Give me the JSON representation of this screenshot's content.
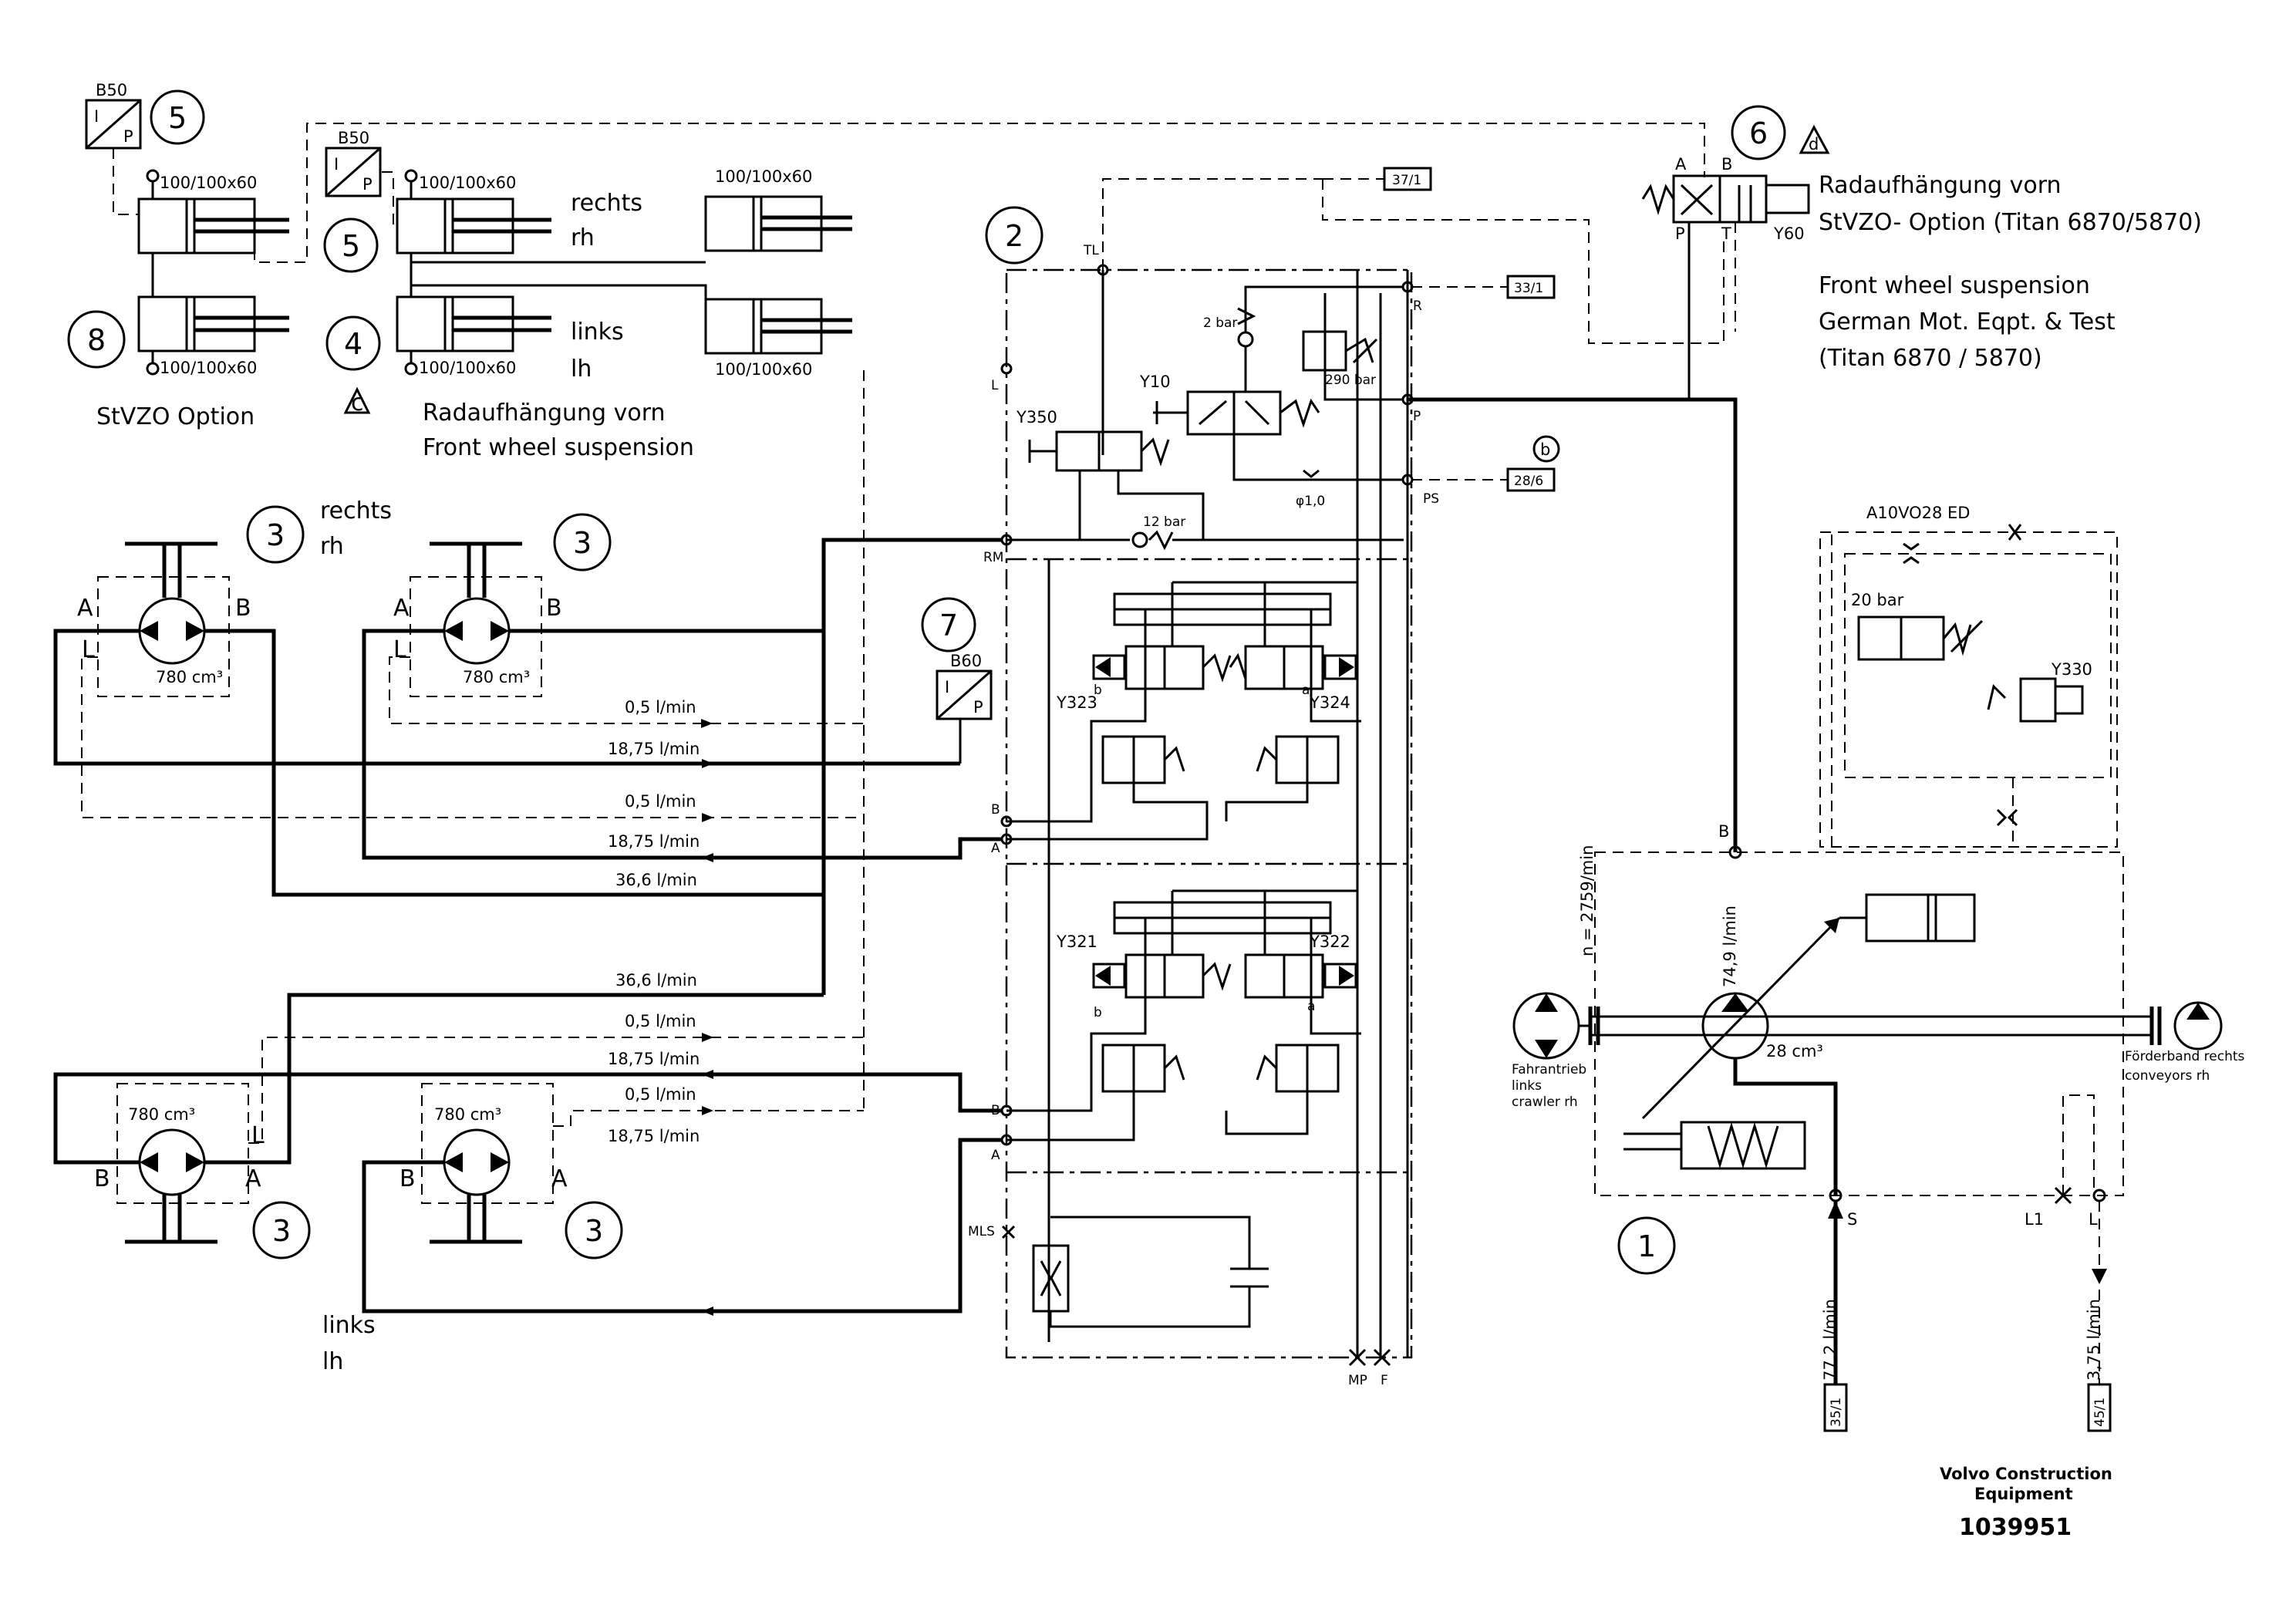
{
  "labels": {
    "b50_a": "B50",
    "b50_b": "B50",
    "b60": "B60",
    "i_letter": "I",
    "p_letter": "P",
    "cyl_1": "100/100x60",
    "cyl_2": "100/100x60",
    "cyl_3": "100/100x60",
    "cyl_4": "100/100x60",
    "cyl_5": "100/100x60",
    "cyl_6": "100/100x60",
    "rechts_top": "rechts",
    "rh_top": "rh",
    "links_top": "links",
    "lh_top": "lh",
    "stvzo_option": "StVZO  Option",
    "susp_de": "Radaufhängung vorn",
    "susp_en": "Front wheel suspension",
    "rechts_motor": "rechts",
    "rh_motor": "rh",
    "links_bottom": "links",
    "lh_bottom": "lh",
    "motor_disp": "780 cm³",
    "port_A": "A",
    "port_B": "B",
    "port_L": "L",
    "ref_37": "37/1",
    "ref_33": "33/1",
    "ref_28": "28/6",
    "ref_35": "35/1",
    "ref_45": "45/1",
    "p_2bar": "2 bar",
    "p_290bar": "290 bar",
    "p_12bar": "12 bar",
    "p_20bar": "20 bar",
    "orifice": "φ1,0",
    "port_TL": "TL",
    "port_R": "R",
    "port_L_valve": "L",
    "port_P": "P",
    "port_PS": "PS",
    "port_RM": "RM",
    "port_MLS": "MLS",
    "port_MP": "MP",
    "port_F": "F",
    "y10": "Y10",
    "y350": "Y350",
    "y323": "Y323",
    "y324": "Y324",
    "y321": "Y321",
    "y322": "Y322",
    "y330": "Y330",
    "y60": "Y60",
    "lower_a": "a",
    "lower_b": "b",
    "flow_05": "0,5 l/min",
    "flow_1875": "18,75 l/min",
    "flow_366": "36,6 l/min",
    "pump_model": "A10VO28 ED",
    "pump_speed": "n = 2759/min",
    "pump_flow": "74,9 l/min",
    "pump_disp": "28 cm³",
    "fahrantrieb_1": "Fahrantrieb",
    "fahrantrieb_2": "links",
    "fahrantrieb_3": "crawler rh",
    "foerderband_1": "Förderband rechts",
    "foerderband_2": "conveyors rh",
    "port_S": "S",
    "port_L1": "L1",
    "port_L_pump": "L",
    "flow_772": "77,2 l/min",
    "flow_375": "3,75 l/min",
    "valve_A": "A",
    "valve_B": "B",
    "valve_P": "P",
    "valve_T": "T",
    "title_de_1": "Radaufhängung vorn",
    "title_de_2": "StVZO- Option (Titan 6870/5870)",
    "title_en_1": "Front wheel suspension",
    "title_en_2": "German Mot. Eqpt. & Test",
    "title_en_3": "(Titan 6870 / 5870)",
    "brand_1": "Volvo Construction",
    "brand_2": "Equipment",
    "doc_number": "1039951"
  },
  "callouts": {
    "n1": "1",
    "n2": "2",
    "n3": "3",
    "n4": "4",
    "n5": "5",
    "n6": "6",
    "n7": "7",
    "n8": "8",
    "tri_b": "b",
    "tri_c": "c",
    "tri_d": "d"
  }
}
